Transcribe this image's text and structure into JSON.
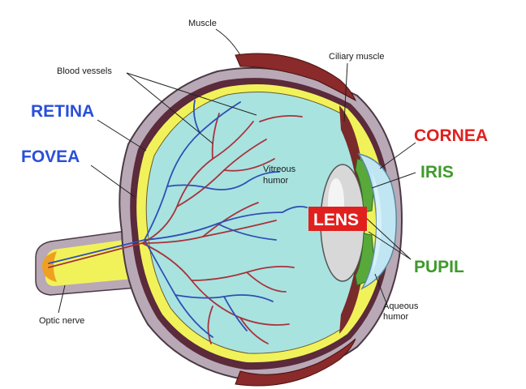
{
  "labels": {
    "muscle": "Muscle",
    "ciliary_muscle": "Ciliary muscle",
    "blood_vessels": "Blood vessels",
    "vitreous_line1": "Vitreous",
    "vitreous_line2": "humor",
    "optic_nerve": "Optic nerve",
    "aqueous_line1": "Aqueous",
    "aqueous_line2": "humor",
    "retina": "RETINA",
    "fovea": "FOVEA",
    "cornea": "CORNEA",
    "iris": "IRIS",
    "lens": "LENS",
    "pupil": "PUPIL"
  },
  "colors": {
    "retina_label": "#2a4fd8",
    "fovea_label": "#2a4fd8",
    "cornea_label": "#e0201e",
    "iris_label": "#3f9a2c",
    "lens_label_bg": "#e0201e",
    "lens_label_text": "#ffffff",
    "pupil_label": "#3f9a2c",
    "sclera": "#b9a9b6",
    "retina_layer": "#f1f25a",
    "choroid": "#5b2a3b",
    "vitreous": "#a8e3e0",
    "artery": "#a8333a",
    "vein": "#2f4fb4",
    "muscle": "#8a2a2a",
    "iris_color": "#58a93a",
    "cornea_color": "#bfe6f2"
  }
}
